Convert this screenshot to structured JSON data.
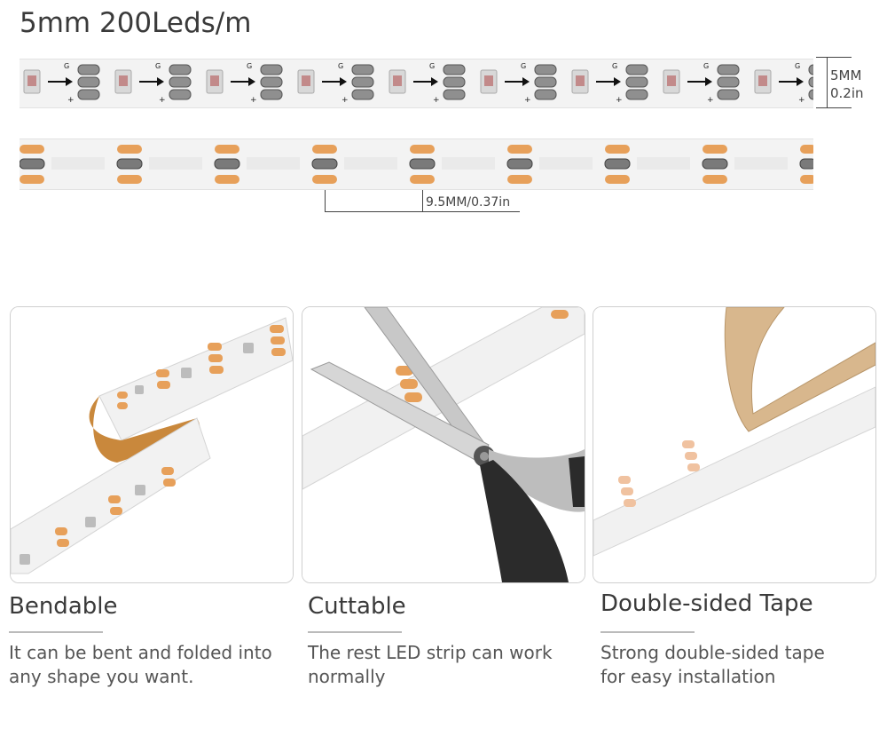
{
  "header": {
    "title": "5mm 200Leds/m"
  },
  "strip": {
    "width_mm": "5MM",
    "width_in": "0.2in",
    "pitch": "9.5MM/0.37in",
    "pad_labels": {
      "ground": "G",
      "plus": "+"
    }
  },
  "colors": {
    "copper": "#e7a05a",
    "strip": "#f3f3f3",
    "tape": "#d8b78d",
    "handle": "#2b2b2b"
  },
  "features": [
    {
      "title": "Bendable",
      "desc_line1": "It can be bent and folded into",
      "desc_line2": "any shape you want."
    },
    {
      "title": "Cuttable",
      "desc_line1": "The rest LED strip can work",
      "desc_line2": "normally"
    },
    {
      "title": "Double-sided Tape",
      "desc_line1": "Strong double-sided tape",
      "desc_line2": "for easy installation"
    }
  ],
  "icons": [
    "arrow-right-icon",
    "scissors-icon"
  ]
}
